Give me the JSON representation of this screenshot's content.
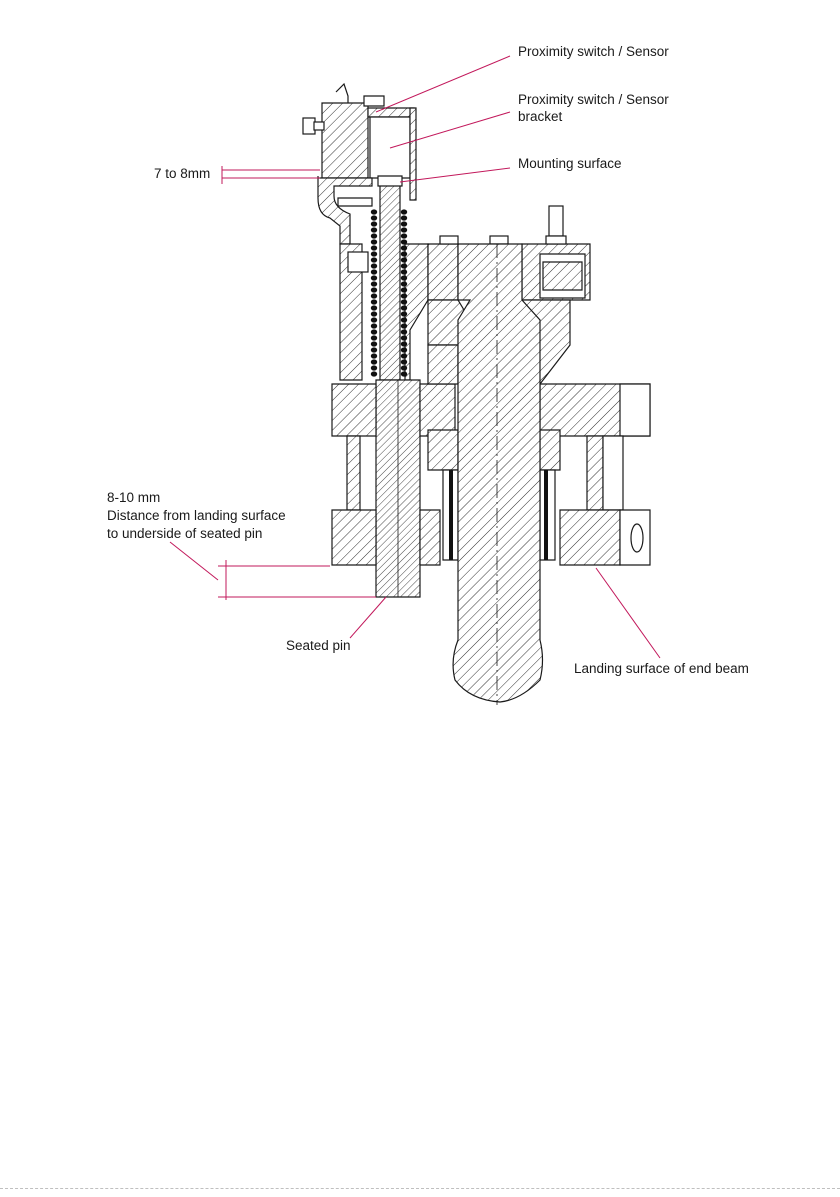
{
  "diagram": {
    "labels": {
      "sensor": "Proximity switch / Sensor",
      "bracket_line1": "Proximity switch / Sensor",
      "bracket_line2": "bracket",
      "mounting_surface": "Mounting surface",
      "gap": "7 to 8mm",
      "distance_line1": "8-10 mm",
      "distance_line2": "Distance from landing surface",
      "distance_line3": "to underside of seated pin",
      "seated_pin": "Seated pin",
      "landing_surface": "Landing surface of end beam"
    },
    "colors": {
      "leader": "#c2185b",
      "line": "#1a1a1a",
      "background": "#ffffff"
    }
  }
}
